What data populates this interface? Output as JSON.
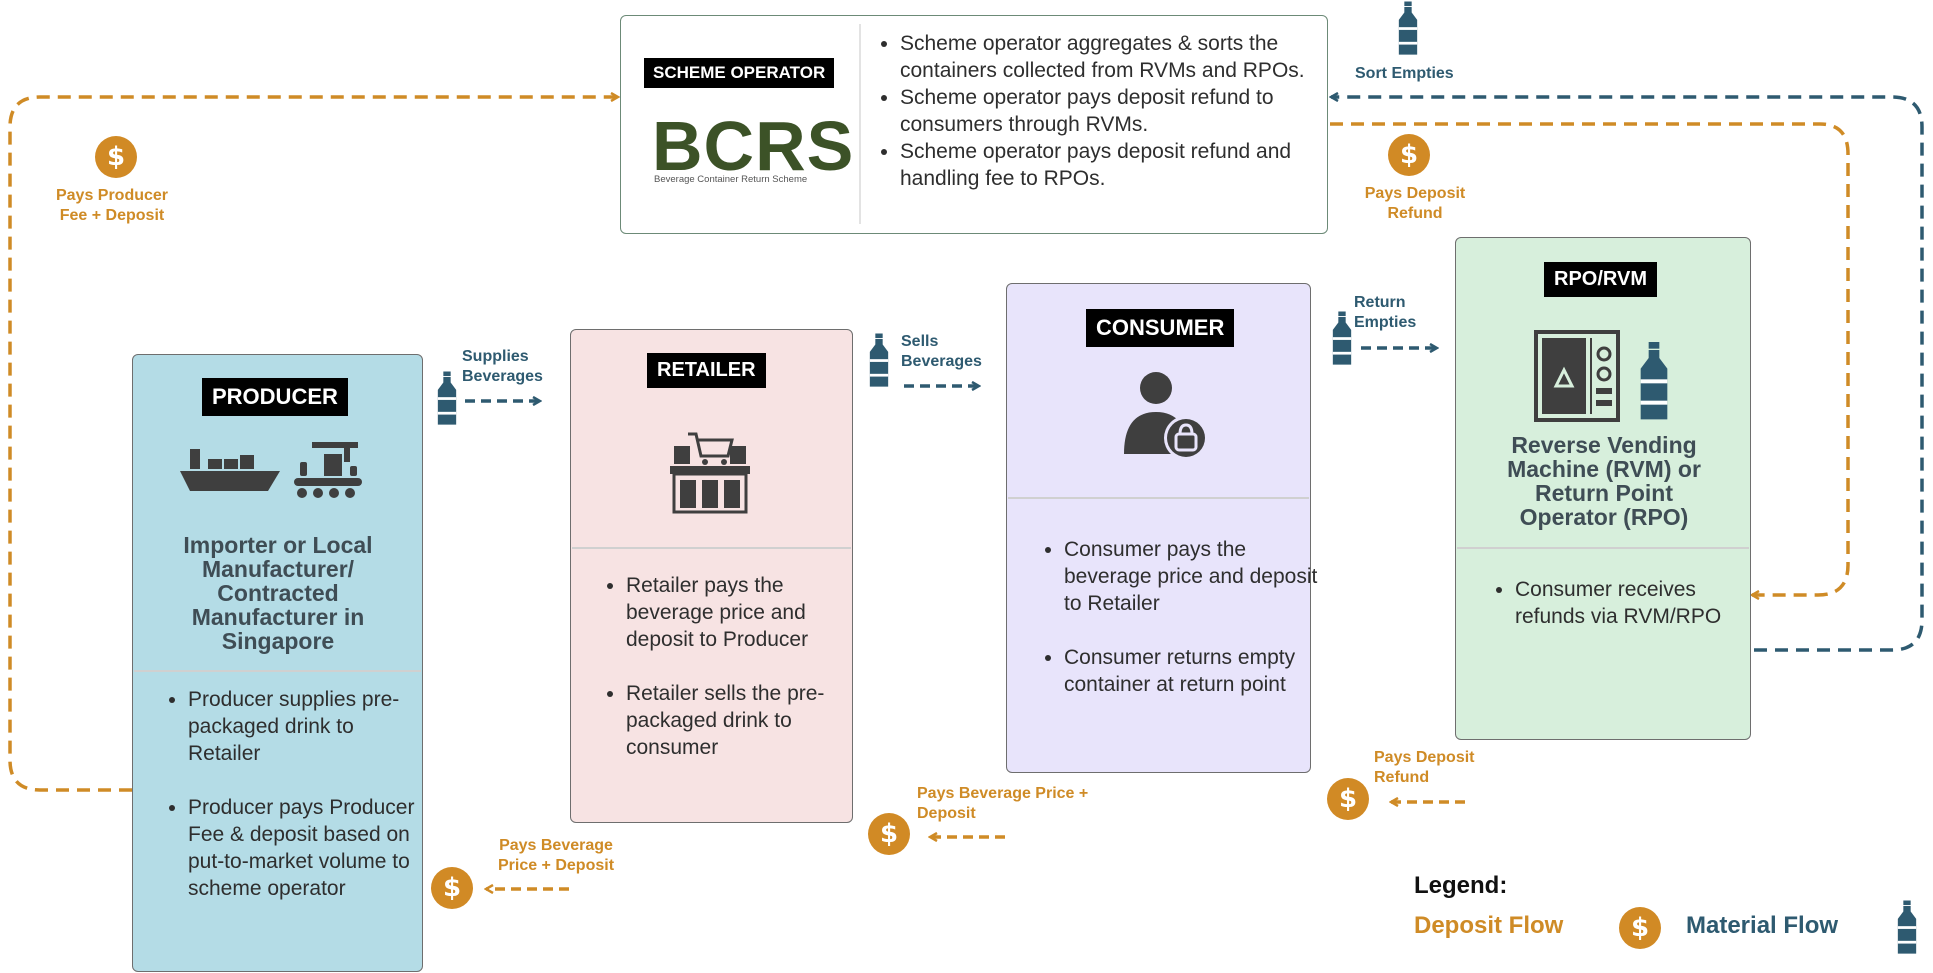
{
  "colors": {
    "deposit": "#cf8b26",
    "material": "#2e5a70",
    "producer_bg": "#b4dce6",
    "retailer_bg": "#f7e3e3",
    "consumer_bg": "#e8e4fb",
    "rpo_bg": "#d7efdc"
  },
  "scheme": {
    "badge": "SCHEME OPERATOR",
    "logo": "BCRS",
    "logo_sub": "Beverage Container Return Scheme",
    "bullets": [
      "Scheme operator aggregates & sorts the containers collected from RVMs and RPOs.",
      "Scheme operator pays deposit refund to consumers through RVMs.",
      "Scheme operator pays deposit refund and handling fee to RPOs."
    ]
  },
  "producer": {
    "badge": "PRODUCER",
    "title": "Importer or Local Manufacturer/ Contracted Manufacturer in Singapore",
    "bullets": [
      "Producer supplies pre-packaged drink to Retailer",
      "Producer pays Producer Fee & deposit based on put-to-market volume to scheme operator"
    ]
  },
  "retailer": {
    "badge": "RETAILER",
    "bullets": [
      "Retailer pays the beverage price and deposit to Producer",
      "Retailer sells the pre-packaged drink to consumer"
    ]
  },
  "consumer": {
    "badge": "CONSUMER",
    "bullets": [
      "Consumer pays the beverage price and deposit to Retailer",
      "Consumer returns empty container at return point"
    ]
  },
  "rpo": {
    "badge": "RPO/RVM",
    "title": "Reverse Vending Machine (RVM) or Return Point Operator (RPO)",
    "bullets": [
      "Consumer receives refunds via RVM/RPO"
    ]
  },
  "flows": {
    "pays_producer_fee": "Pays Producer Fee + Deposit",
    "sort_empties": "Sort Empties",
    "pays_deposit_refund_top": "Pays Deposit Refund",
    "supplies_beverages": "Supplies Beverages",
    "sells_beverages": "Sells Beverages",
    "return_empties": "Return Empties",
    "pays_deposit_refund_bottom": "Pays Deposit Refund",
    "pays_bev_price_consumer": "Pays Beverage Price + Deposit",
    "pays_bev_price_retailer": "Pays Beverage Price + Deposit"
  },
  "legend": {
    "title": "Legend:",
    "deposit_label": "Deposit Flow",
    "material_label": "Material Flow",
    "coin_symbol": "$"
  }
}
